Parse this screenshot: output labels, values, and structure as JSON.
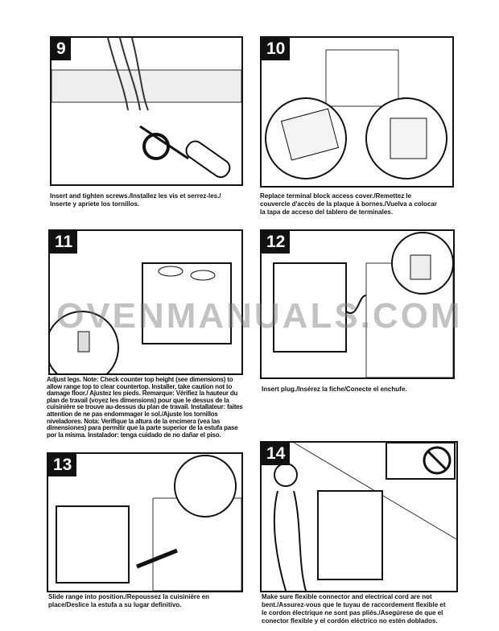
{
  "steps": [
    {
      "number": "9",
      "caption": "Insert and tighten screws./Installez les vis et serrez-les./ Inserte y apriete los tornillos."
    },
    {
      "number": "10",
      "caption": "Replace terminal block access cover./Remettez le couvercle d'accès de la plaque à bornes./Vuelva a colocar la tapa de acceso del tablero de terminales."
    },
    {
      "number": "11",
      "caption": "Adjust legs. Note: Check counter top height (see dimensions) to allow range top to clear countertop. Installer, take caution not to damage floor./ Ajustez les pieds. Remarque: Vérifiez la hauteur du plan de travail (voyez les dimensions) pour que le dessus de la cuisinière se trouve au-dessus du plan de travail. Installateur: faites attention de ne pas endommager le sol./Ajuste los tornillos niveladores. Nota: Verifique la altura de la encimera (vea las dimensiones) para permitir que la parte superior de la estufa pase por la misma. Instalador: tenga cuidado de no dañar el piso."
    },
    {
      "number": "12",
      "caption": "Insert plug./Insérez la fiche/Conecte el enchufe."
    },
    {
      "number": "13",
      "caption": "Slide range into position./Repoussez la cuisinière en place/Deslice la estufa a su lugar definitivo."
    },
    {
      "number": "14",
      "caption": "Make sure flexible connector and electrical cord are not bent./Assurez-vous que le tuyau de raccordement flexible et le cordon électrique ne sont pas pliés./Asegúrese de que el conector flexible y el cordón eléctrico no estén doblados."
    }
  ],
  "watermark": "OVENMANUALS.COM"
}
